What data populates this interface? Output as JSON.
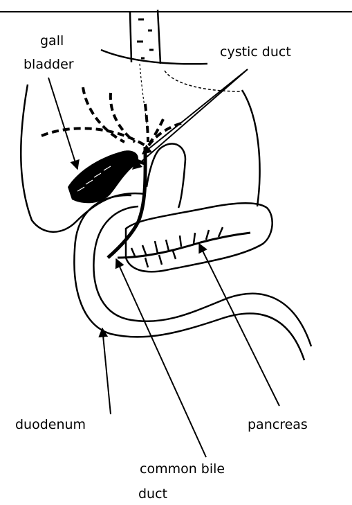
{
  "diagram": {
    "labels": {
      "gall_bladder_line1": "gall",
      "gall_bladder_line2": "bladder",
      "cystic_duct": "cystic duct",
      "duodenum": "duodenum",
      "pancreas": "pancreas",
      "common_bile_duct_line1": "common bile",
      "common_bile_duct_line2": "duct"
    },
    "colors": {
      "ink": "#000000",
      "background": "#ffffff"
    }
  }
}
